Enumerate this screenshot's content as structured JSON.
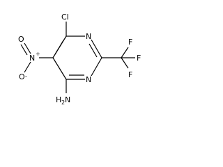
{
  "molecule": {
    "atoms": {
      "chlorine": "Cl",
      "nitro_nitrogen": "N",
      "nitro_plus": "+",
      "nitro_oxygen_top": "O",
      "nitro_oxygen_bottom": "O",
      "nitro_minus": "-",
      "ring_nitrogen_top": "N",
      "ring_nitrogen_bottom": "N",
      "amine_h": "H",
      "amine_subscript": "2",
      "amine_n": "N",
      "fluorine_right": "F",
      "fluorine_top": "F",
      "fluorine_bottom": "F"
    }
  }
}
